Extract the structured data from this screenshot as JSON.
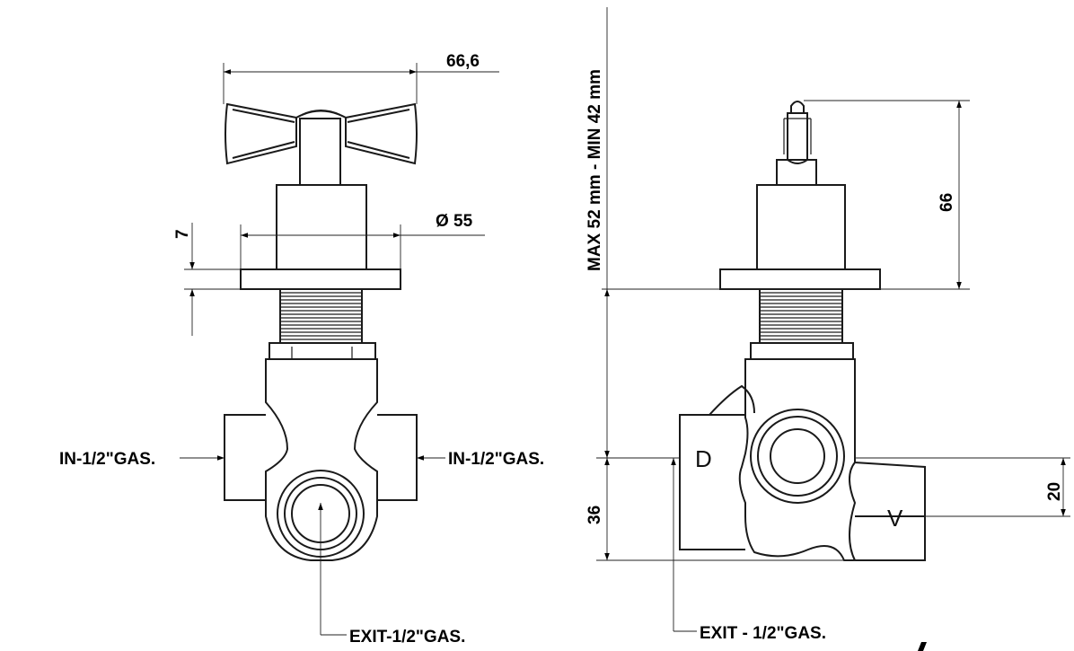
{
  "dimensions": {
    "handle_width": "66,6",
    "flange_diameter": "Ø 55",
    "flange_thickness": "7",
    "stem_range": "MAX 52 mm - MIN 42 mm",
    "stem_height": "66",
    "outlet_height": "36",
    "outlet_offset": "20"
  },
  "ports": {
    "inlet_left": "IN-1/2\"GAS.",
    "inlet_right": "IN-1/2\"GAS.",
    "exit_front": "EXIT-1/2\"GAS.",
    "exit_side": "EXIT - 1/2\"GAS."
  },
  "markings": {
    "d_mark": "D",
    "v_mark": "V"
  }
}
